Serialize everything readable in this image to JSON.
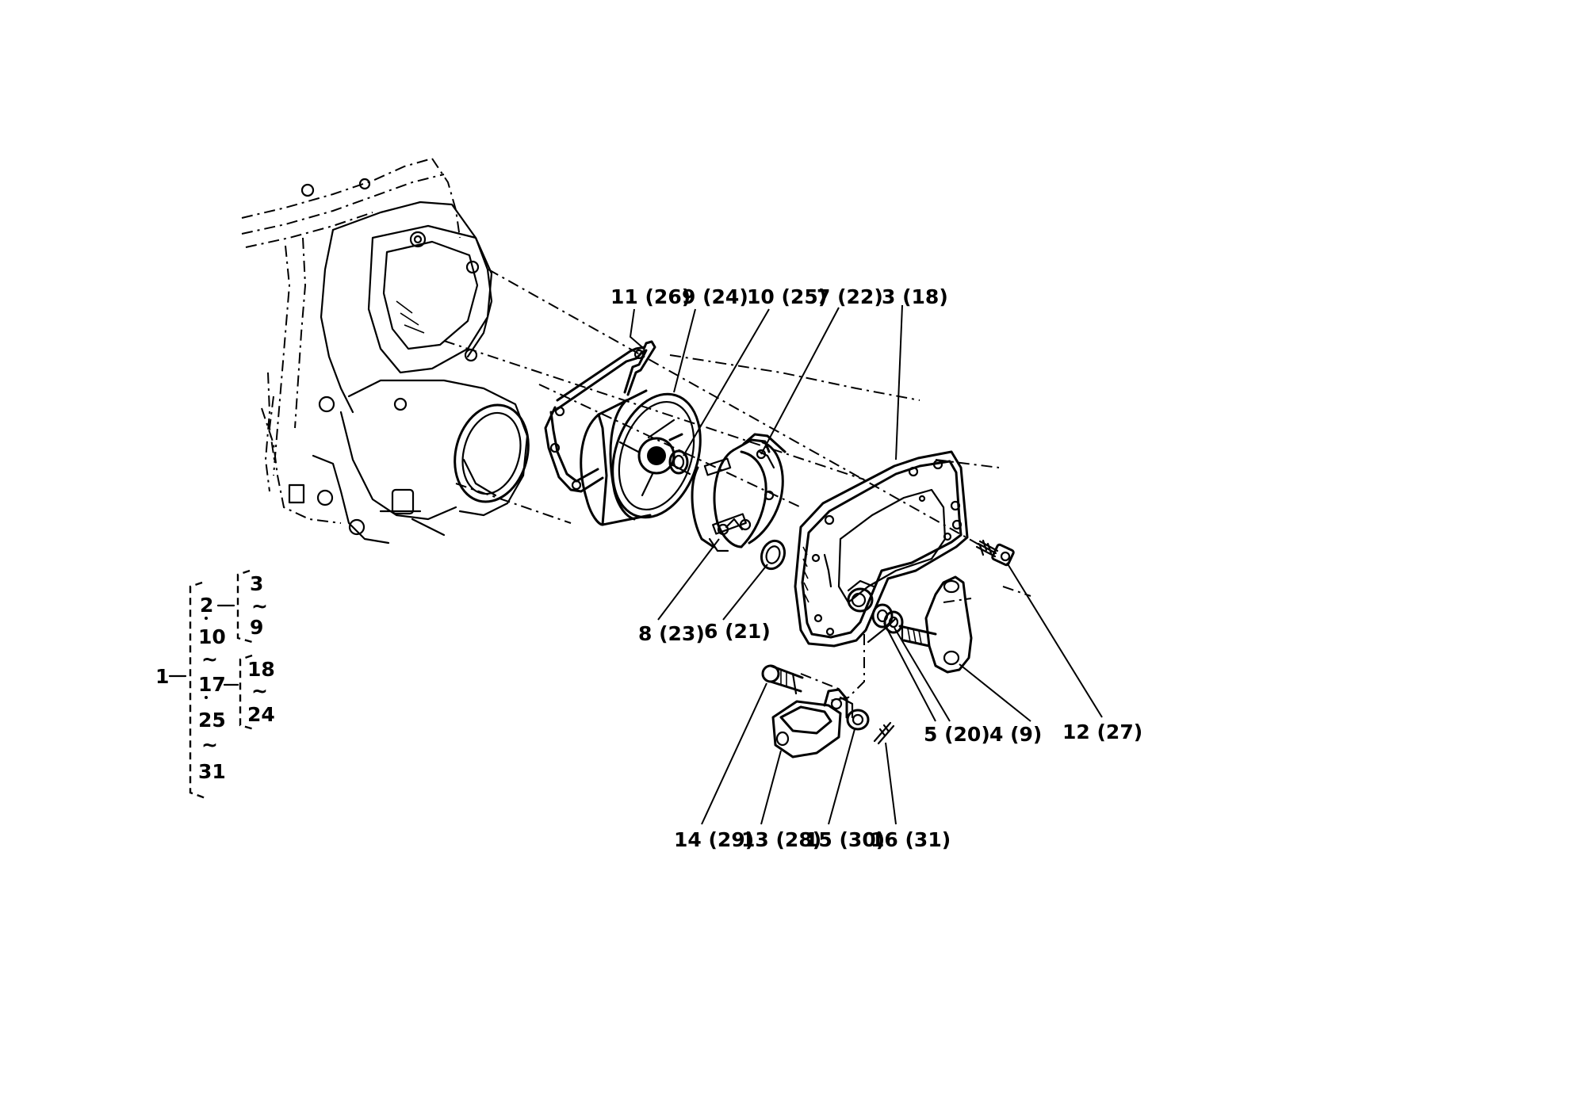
{
  "diagram": {
    "callouts": [
      {
        "id": "c11",
        "text": "11 (26)"
      },
      {
        "id": "c9",
        "text": "9 (24)"
      },
      {
        "id": "c10",
        "text": "10 (25)"
      },
      {
        "id": "c7",
        "text": "7 (22)"
      },
      {
        "id": "c3",
        "text": "3 (18)"
      },
      {
        "id": "c8",
        "text": "8 (23)"
      },
      {
        "id": "c6",
        "text": "6 (21)"
      },
      {
        "id": "c5",
        "text": "5 (20)"
      },
      {
        "id": "c4",
        "text": "4 (9)"
      },
      {
        "id": "c12",
        "text": "12 (27)"
      },
      {
        "id": "c14",
        "text": "14 (29)"
      },
      {
        "id": "c13",
        "text": "13 (28)"
      },
      {
        "id": "c15",
        "text": "15 (30)"
      },
      {
        "id": "c16",
        "text": "16 (31)"
      }
    ],
    "legend": {
      "root": "1",
      "col1": [
        "2",
        "10",
        "~",
        "17",
        "25",
        "~",
        "31"
      ],
      "group_a": [
        "3",
        "~",
        "9"
      ],
      "group_b": [
        "18",
        "~",
        "24"
      ]
    }
  }
}
